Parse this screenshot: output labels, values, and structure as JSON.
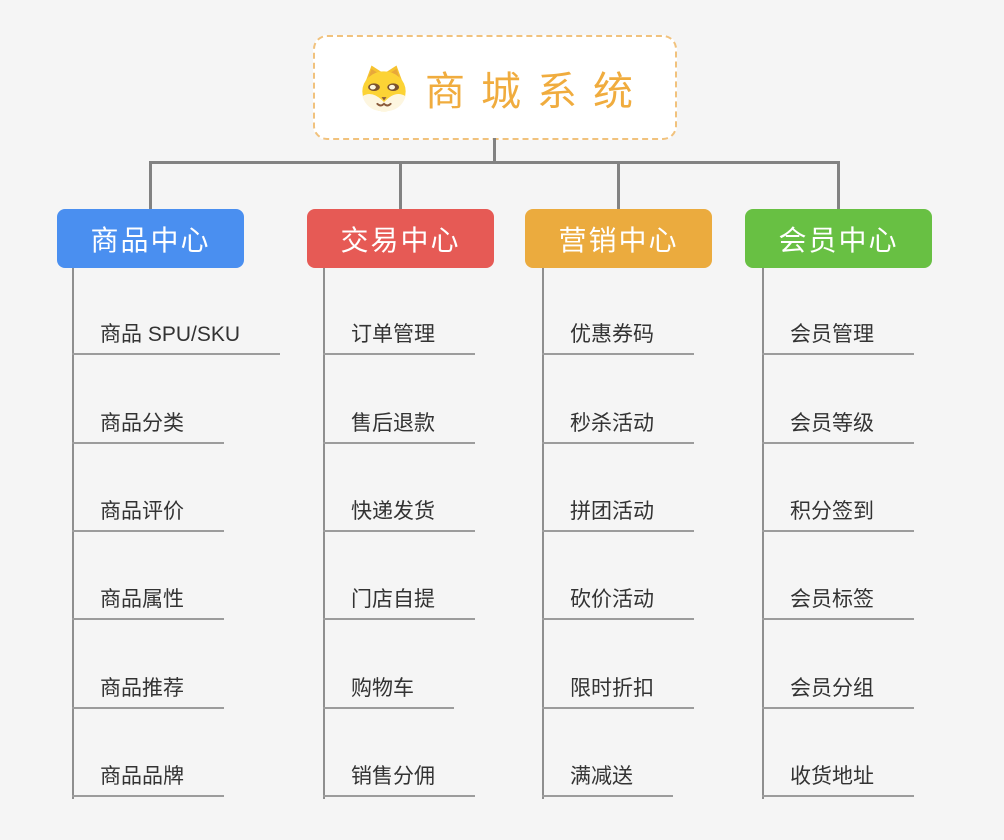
{
  "page": {
    "background": "#f5f5f5",
    "connector_color": "#828282"
  },
  "root": {
    "title": "商城系统",
    "title_color": "#f0ac3e",
    "border_color": "#f1c27d",
    "icon": "doge-icon"
  },
  "branches": [
    {
      "label": "商品中心",
      "color": "#4a8ff0",
      "items": [
        "商品 SPU/SKU",
        "商品分类",
        "商品评价",
        "商品属性",
        "商品推荐",
        "商品品牌"
      ]
    },
    {
      "label": "交易中心",
      "color": "#e65a55",
      "items": [
        "订单管理",
        "售后退款",
        "快递发货",
        "门店自提",
        "购物车",
        "销售分佣"
      ]
    },
    {
      "label": "营销中心",
      "color": "#ebab3e",
      "items": [
        "优惠券码",
        "秒杀活动",
        "拼团活动",
        "砍价活动",
        "限时折扣",
        "满减送"
      ]
    },
    {
      "label": "会员中心",
      "color": "#68c043",
      "items": [
        "会员管理",
        "会员等级",
        "积分签到",
        "会员标签",
        "会员分组",
        "收货地址"
      ]
    }
  ]
}
